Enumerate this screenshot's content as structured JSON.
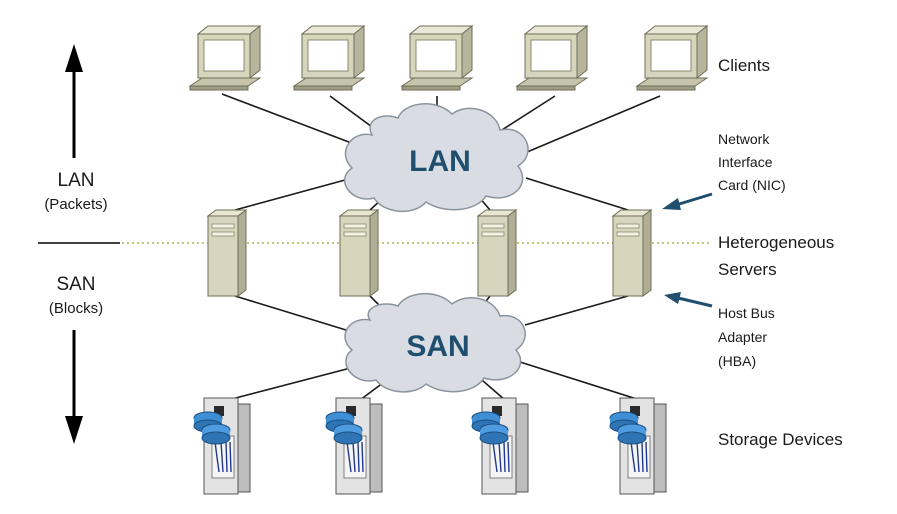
{
  "left_axis": {
    "lan_title": "LAN",
    "lan_sub": "(Packets)",
    "san_title": "SAN",
    "san_sub": "(Blocks)"
  },
  "clouds": {
    "lan": "LAN",
    "san": "SAN"
  },
  "right_labels": {
    "clients": "Clients",
    "nic": [
      "Network",
      "Interface",
      "Card (NIC)"
    ],
    "servers": [
      "Heterogeneous",
      "Servers"
    ],
    "hba": [
      "Host Bus",
      "Adapter",
      "(HBA)"
    ],
    "storage": "Storage Devices"
  },
  "colors": {
    "cloud_fill": "#d9dde3",
    "cloud_text": "#1f4e6e",
    "nic_arrow": "#1f4e6e",
    "hba_arrow": "#1f4e6e",
    "device_beige": "#d7d6bd",
    "dotted_line": "#b9cc7a",
    "disk_blue": "#3f8fd6"
  },
  "icons": {
    "client": "laptop-icon",
    "server": "server-tower-icon",
    "storage": "storage-array-icon",
    "cloud": "network-cloud-icon"
  }
}
